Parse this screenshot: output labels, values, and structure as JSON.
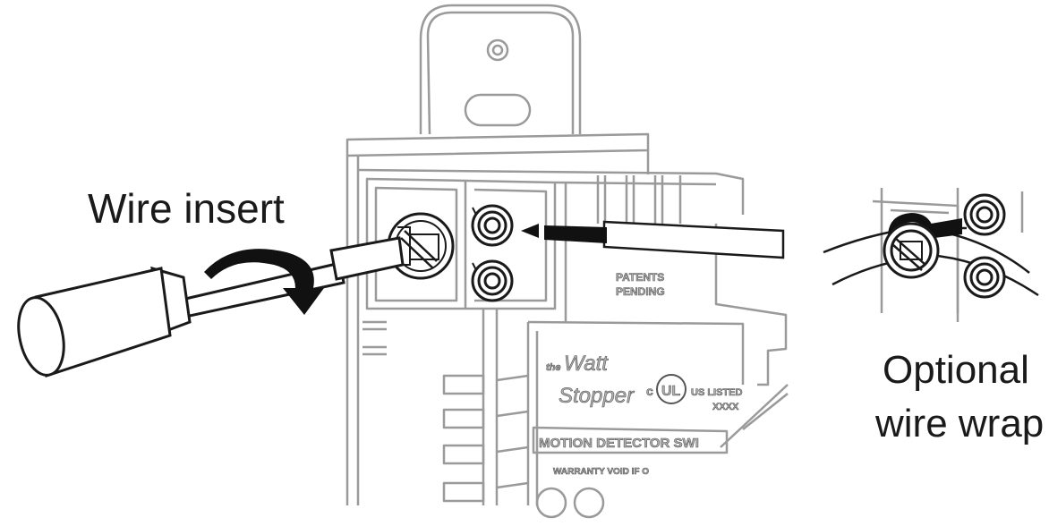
{
  "labels": {
    "wire_insert": "Wire insert",
    "optional_line1": "Optional",
    "optional_line2": "wire wrap"
  },
  "device_text": {
    "patents": "PATENTS",
    "pending": "PENDING",
    "brand_the": "the",
    "brand_watt": "Watt",
    "brand_stopper": "Stopper",
    "ul_c": "c",
    "ul_mark": "UL",
    "ul_us_listed": "US LISTED",
    "ul_code": "XXXX",
    "product_name": "MOTION DETECTOR SWI",
    "warranty": "WARRANTY VOID IF O"
  },
  "colors": {
    "line": "#9a9a9a",
    "ink": "#1a1a1a",
    "wire_tip": "#111111"
  }
}
